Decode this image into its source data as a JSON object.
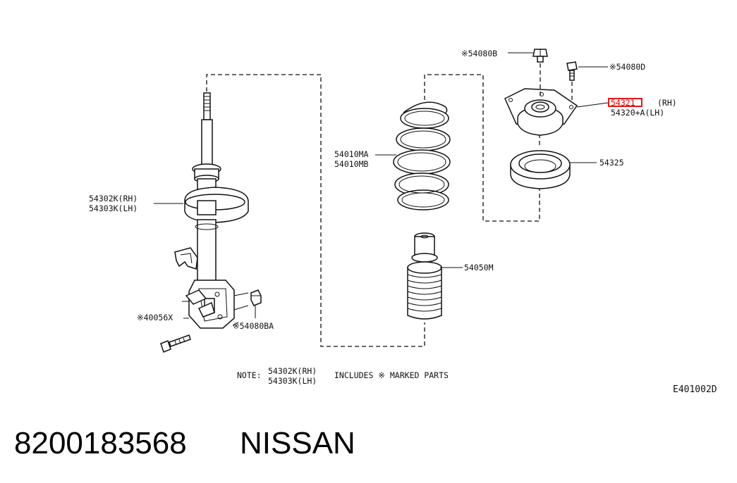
{
  "labels": {
    "bolt_top": "※54080B",
    "bolt_right": "※54080D",
    "mount_rh": "54321",
    "mount_rh_suffix": "(RH)",
    "mount_lh": "54320+A(LH)",
    "seat": "54325",
    "spring_a": "54010MA",
    "spring_b": "54010MB",
    "bound_bumper": "54050M",
    "strut_rh": "54302K(RH)",
    "strut_lh": "54303K(LH)",
    "bolt_bottom": "※40056X",
    "nut_bottom": "※54080BA",
    "note_prefix": "NOTE:",
    "note_line1": "54302K(RH)",
    "note_line2": "54303K(LH)",
    "note_suffix": "INCLUDES ※ MARKED PARTS",
    "diagram_code": "E401002D"
  },
  "footer": {
    "part_number": "8200183568",
    "brand": "NISSAN"
  },
  "colors": {
    "highlight": "#e00000",
    "line": "#111111"
  }
}
